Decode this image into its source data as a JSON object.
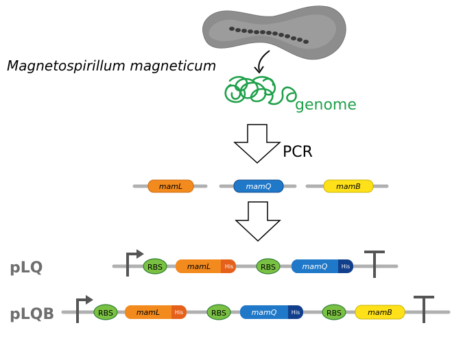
{
  "organism": {
    "name": "Magnetospirillum magneticum"
  },
  "genome_label": "genome",
  "pcr_label": "PCR",
  "genes": [
    "mamL",
    "mamQ",
    "mamB"
  ],
  "constructs": [
    {
      "name": "pLQ",
      "parts": [
        {
          "type": "promoter"
        },
        {
          "type": "rbs",
          "label": "RBS"
        },
        {
          "type": "cds",
          "gene": "mamL",
          "tag": "His"
        },
        {
          "type": "rbs",
          "label": "RBS"
        },
        {
          "type": "cds",
          "gene": "mamQ",
          "tag": "His"
        },
        {
          "type": "terminator"
        }
      ]
    },
    {
      "name": "pLQB",
      "parts": [
        {
          "type": "promoter"
        },
        {
          "type": "rbs",
          "label": "RBS"
        },
        {
          "type": "cds",
          "gene": "mamL",
          "tag": "His"
        },
        {
          "type": "rbs",
          "label": "RBS"
        },
        {
          "type": "cds",
          "gene": "mamQ",
          "tag": "His"
        },
        {
          "type": "rbs",
          "label": "RBS"
        },
        {
          "type": "cds",
          "gene": "mamB"
        },
        {
          "type": "terminator"
        }
      ]
    }
  ],
  "colors": {
    "backbone": "#b0b0b0",
    "rbs_fill": "#7ac143",
    "rbs_stroke": "#2e7d32",
    "mamL": "#f28a1e",
    "mamL_tag": "#e5601a",
    "mamQ": "#1f78c8",
    "mamQ_tag": "#123f8c",
    "mamB": "#ffe11a",
    "genome": "#1fa04a",
    "symbol": "#555555"
  },
  "icons": [
    "bacterium-icon",
    "curved-arrow-icon",
    "genome-coil-icon",
    "down-arrow-icon",
    "promoter-icon",
    "terminator-icon"
  ]
}
